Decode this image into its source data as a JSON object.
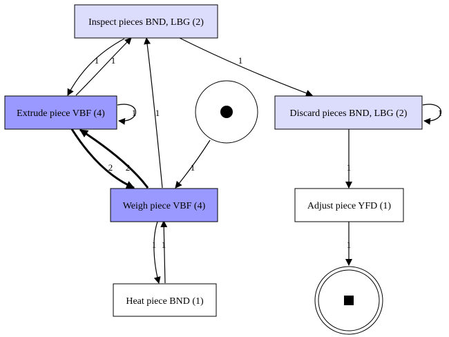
{
  "colors": {
    "dark_node": "#9999ff",
    "light_node": "#dcdcfc",
    "white_node": "#ffffff",
    "stroke": "#000000"
  },
  "nodes": {
    "inspect": {
      "label": "Inspect pieces BND, LBG (2)",
      "fill": "light"
    },
    "extrude": {
      "label": "Extrude piece VBF (4)",
      "fill": "dark"
    },
    "discard": {
      "label": "Discard pieces BND, LBG (2)",
      "fill": "light"
    },
    "weigh": {
      "label": "Weigh piece VBF (4)",
      "fill": "dark"
    },
    "adjust": {
      "label": "Adjust piece YFD (1)",
      "fill": "white"
    },
    "heat": {
      "label": "Heat piece BND (1)",
      "fill": "white"
    }
  },
  "start_icon": "filled-circle-icon",
  "end_icon": "filled-square-icon",
  "edges": {
    "extrude_to_inspect": "1",
    "inspect_to_extrude": "1",
    "weigh_to_inspect": "1",
    "inspect_to_discard": "1",
    "extrude_self_loop": "1",
    "discard_self_loop": "1",
    "start_to_weigh": "1",
    "extrude_to_weigh": "2",
    "weigh_to_extrude": "2",
    "heat_to_weigh": "1",
    "weigh_to_heat": "1",
    "discard_to_adjust": "1",
    "adjust_to_end": "1"
  }
}
